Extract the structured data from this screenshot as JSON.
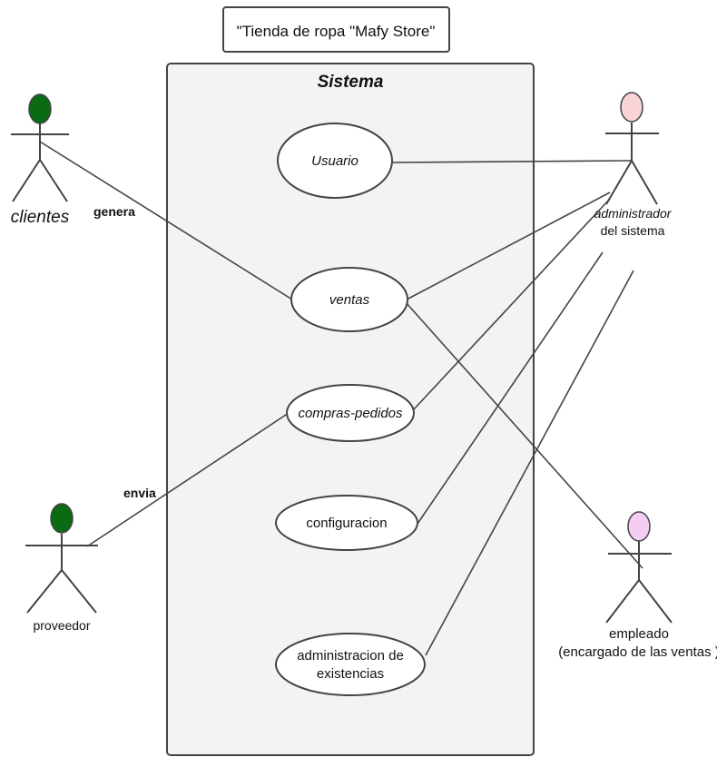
{
  "title": "\"Tienda de ropa \"Mafy Store\"",
  "system": {
    "label": "Sistema"
  },
  "use_cases": {
    "usuario": "Usuario",
    "ventas": "ventas",
    "compras_pedidos": "compras-pedidos",
    "configuracion": "configuracion",
    "administracion_line1": "administracion de",
    "administracion_line2": "existencias"
  },
  "actors": {
    "clientes": "clientes",
    "proveedor": "proveedor",
    "administrador_line1": "administrador",
    "administrador_line2": "del sistema",
    "empleado_line1": "empleado",
    "empleado_line2": "(encargado de las ventas )"
  },
  "relations": {
    "genera": "genera",
    "envia": "envia"
  },
  "colors": {
    "clientes_head": "#0b6b12",
    "proveedor_head": "#0b6b12",
    "administrador_head": "#f8d4d6",
    "empleado_head": "#f5ccf2",
    "system_fill": "#f3f3f4",
    "stroke": "#444444"
  }
}
